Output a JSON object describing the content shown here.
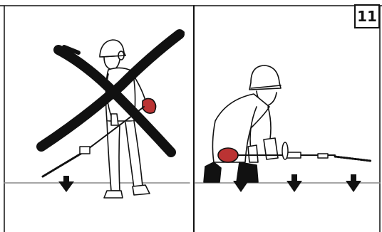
{
  "figure": {
    "number": "11",
    "panels": [
      {
        "id": "left",
        "state": "prohibited",
        "icons": [
          "worker-upright-icon",
          "hedge-trimmer-icon",
          "prohibited-cross-icon",
          "down-arrow-icon"
        ]
      },
      {
        "id": "right",
        "state": "correct",
        "icons": [
          "worker-bent-icon",
          "hedge-trimmer-icon",
          "down-arrow-icon",
          "down-arrow-icon",
          "down-arrow-icon"
        ]
      }
    ]
  }
}
